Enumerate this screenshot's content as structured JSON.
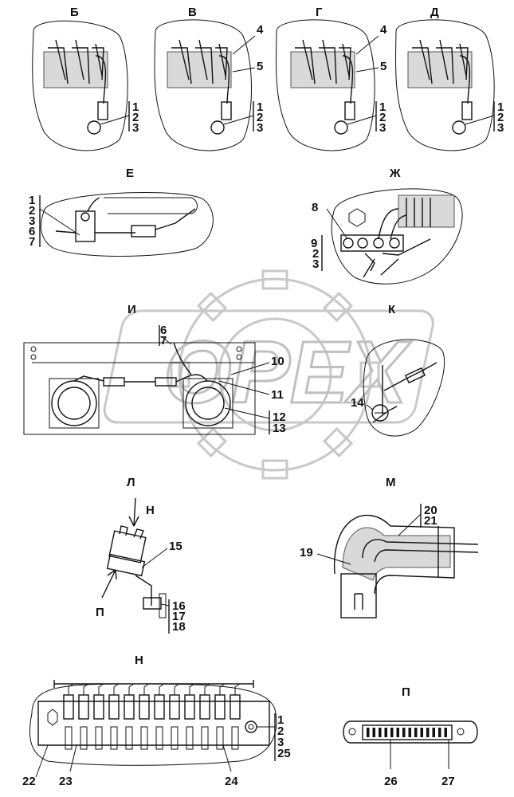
{
  "views": {
    "b": {
      "title": "Б",
      "callouts": [
        "1",
        "2",
        "3"
      ]
    },
    "v": {
      "title": "В",
      "callouts": [
        "4",
        "5",
        "1",
        "2",
        "3"
      ]
    },
    "g": {
      "title": "Г",
      "callouts": [
        "4",
        "5",
        "1",
        "2",
        "3"
      ]
    },
    "d": {
      "title": "Д",
      "callouts": [
        "1",
        "2",
        "3"
      ]
    },
    "e": {
      "title": "Е",
      "callouts": [
        "1",
        "2",
        "3",
        "6",
        "7"
      ]
    },
    "zh": {
      "title": "Ж",
      "callouts": [
        "8",
        "9",
        "2",
        "3"
      ]
    },
    "i": {
      "title": "И",
      "callouts": [
        "6",
        "7",
        "10",
        "11",
        "12",
        "13"
      ]
    },
    "k": {
      "title": "К",
      "callouts": [
        "14"
      ]
    },
    "l": {
      "title": "Л",
      "arrows": [
        "Н",
        "П"
      ],
      "callouts": [
        "15",
        "16",
        "17",
        "18"
      ]
    },
    "m": {
      "title": "М",
      "callouts": [
        "20",
        "21",
        "19"
      ]
    },
    "n": {
      "title": "Н",
      "callouts": [
        "1",
        "2",
        "3",
        "25",
        "22",
        "23",
        "24"
      ]
    },
    "p": {
      "title": "П",
      "callouts": [
        "26",
        "27"
      ]
    }
  },
  "watermark": {
    "text": "OPEX"
  }
}
